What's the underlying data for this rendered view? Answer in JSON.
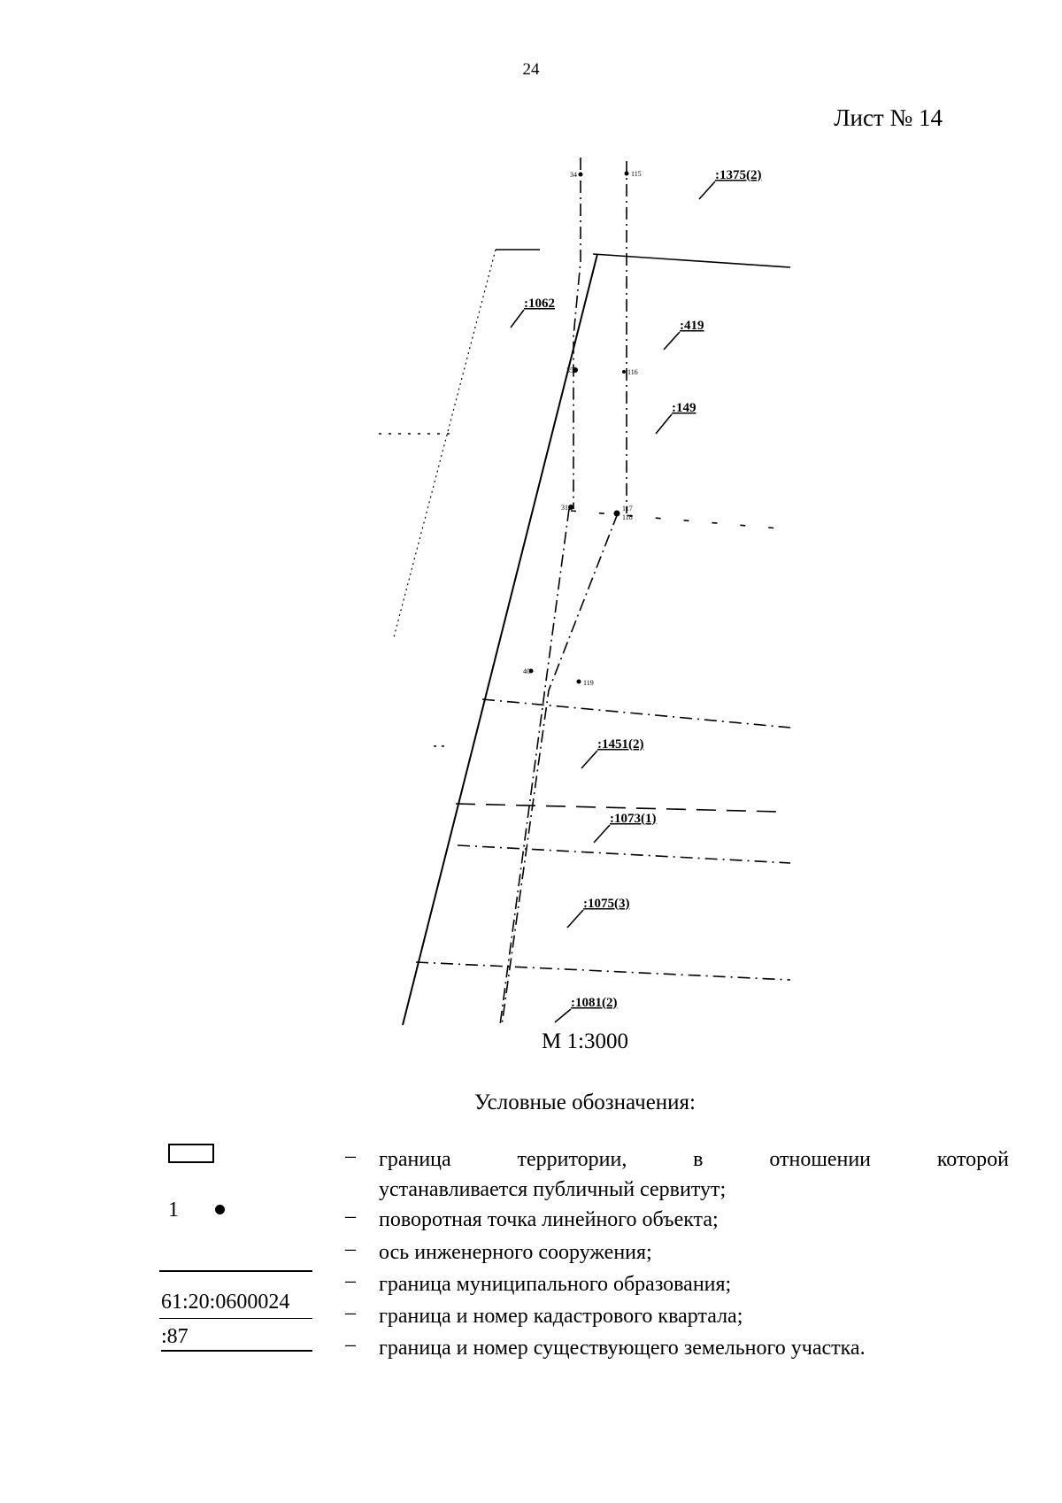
{
  "page_number": "24",
  "sheet_label": "Лист № 14",
  "map": {
    "parcel_labels": [
      ":1375(2)",
      ":1062",
      ":419",
      ":149",
      ":1451(2)",
      ":1073(1)",
      ":1075(3)",
      ":1081(2)"
    ],
    "point_labels": [
      "34",
      "115",
      "35",
      "116",
      "31",
      "117",
      "118",
      "40",
      "119"
    ],
    "scale": "М 1:3000"
  },
  "legend": {
    "title": "Условные обозначения:",
    "items": [
      {
        "dash": "–",
        "line1": "граница территории, в отношении которой",
        "line2": "устанавливается публичный сервитут;"
      },
      {
        "dash": "–",
        "symbol_text": "1",
        "text": "поворотная точка линейного объекта;"
      },
      {
        "dash": "–",
        "text": "ось инженерного сооружения;"
      },
      {
        "dash": "–",
        "text": "граница муниципального образования;"
      },
      {
        "dash": "–",
        "symbol_text": "61:20:0600024",
        "text": "граница и номер кадастрового квартала;"
      },
      {
        "dash": "–",
        "symbol_text": ":87",
        "text": "граница и номер существующего земельного участка."
      }
    ]
  }
}
